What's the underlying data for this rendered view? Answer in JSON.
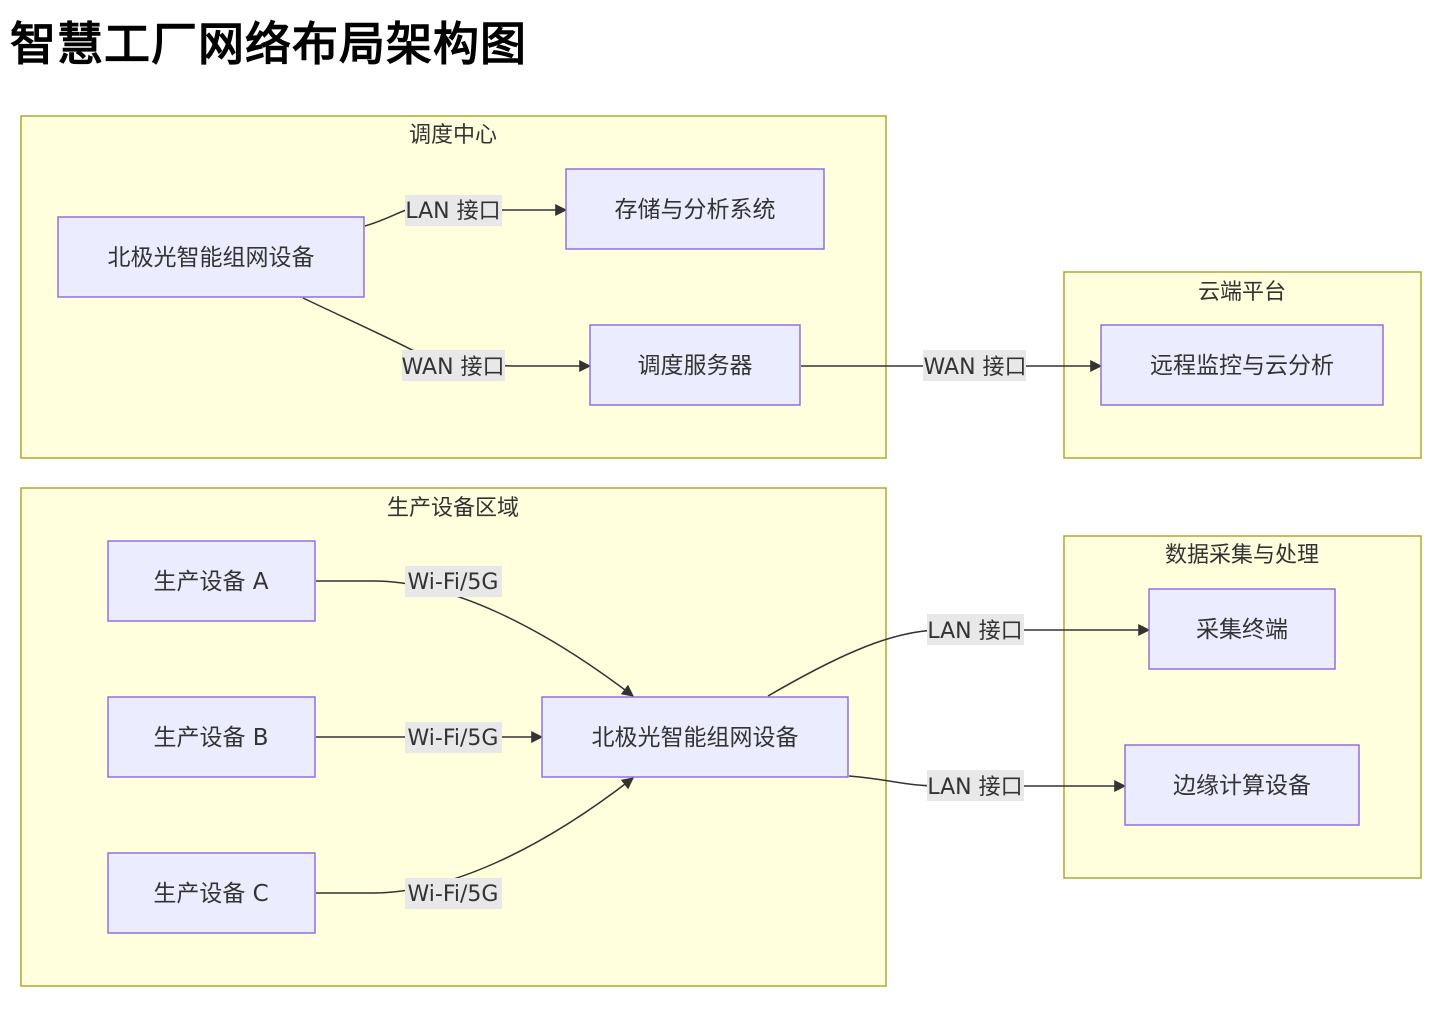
{
  "title": "智慧工厂网络布局架构图",
  "colors": {
    "cluster_fill": "#ffffde",
    "cluster_stroke": "#aaaa33",
    "node_fill": "#ececff",
    "node_stroke": "#9370db",
    "edge": "#333333",
    "edge_label_bg": "#e8e8e8",
    "text": "#333333"
  },
  "clusters": {
    "dispatch": {
      "label": "调度中心"
    },
    "cloud": {
      "label": "云端平台"
    },
    "production": {
      "label": "生产设备区域"
    },
    "data": {
      "label": "数据采集与处理"
    }
  },
  "nodes": {
    "aurora_dispatch": {
      "label": "北极光智能组网设备"
    },
    "storage": {
      "label": "存储与分析系统"
    },
    "dispatch_server": {
      "label": "调度服务器"
    },
    "remote_monitor": {
      "label": "远程监控与云分析"
    },
    "device_a": {
      "label": "生产设备 A"
    },
    "device_b": {
      "label": "生产设备 B"
    },
    "device_c": {
      "label": "生产设备 C"
    },
    "aurora_production": {
      "label": "北极光智能组网设备"
    },
    "collector": {
      "label": "采集终端"
    },
    "edge_compute": {
      "label": "边缘计算设备"
    }
  },
  "edges": [
    {
      "from": "北极光智能组网设备 (调度中心)",
      "to": "存储与分析系统",
      "label": "LAN 接口"
    },
    {
      "from": "北极光智能组网设备 (调度中心)",
      "to": "调度服务器",
      "label": "WAN 接口"
    },
    {
      "from": "调度服务器",
      "to": "远程监控与云分析",
      "label": "WAN 接口"
    },
    {
      "from": "生产设备 A",
      "to": "北极光智能组网设备",
      "label": "Wi-Fi/5G"
    },
    {
      "from": "生产设备 B",
      "to": "北极光智能组网设备",
      "label": "Wi-Fi/5G"
    },
    {
      "from": "生产设备 C",
      "to": "北极光智能组网设备",
      "label": "Wi-Fi/5G"
    },
    {
      "from": "北极光智能组网设备",
      "to": "采集终端",
      "label": "LAN 接口"
    },
    {
      "from": "北极光智能组网设备",
      "to": "边缘计算设备",
      "label": "LAN 接口"
    }
  ]
}
